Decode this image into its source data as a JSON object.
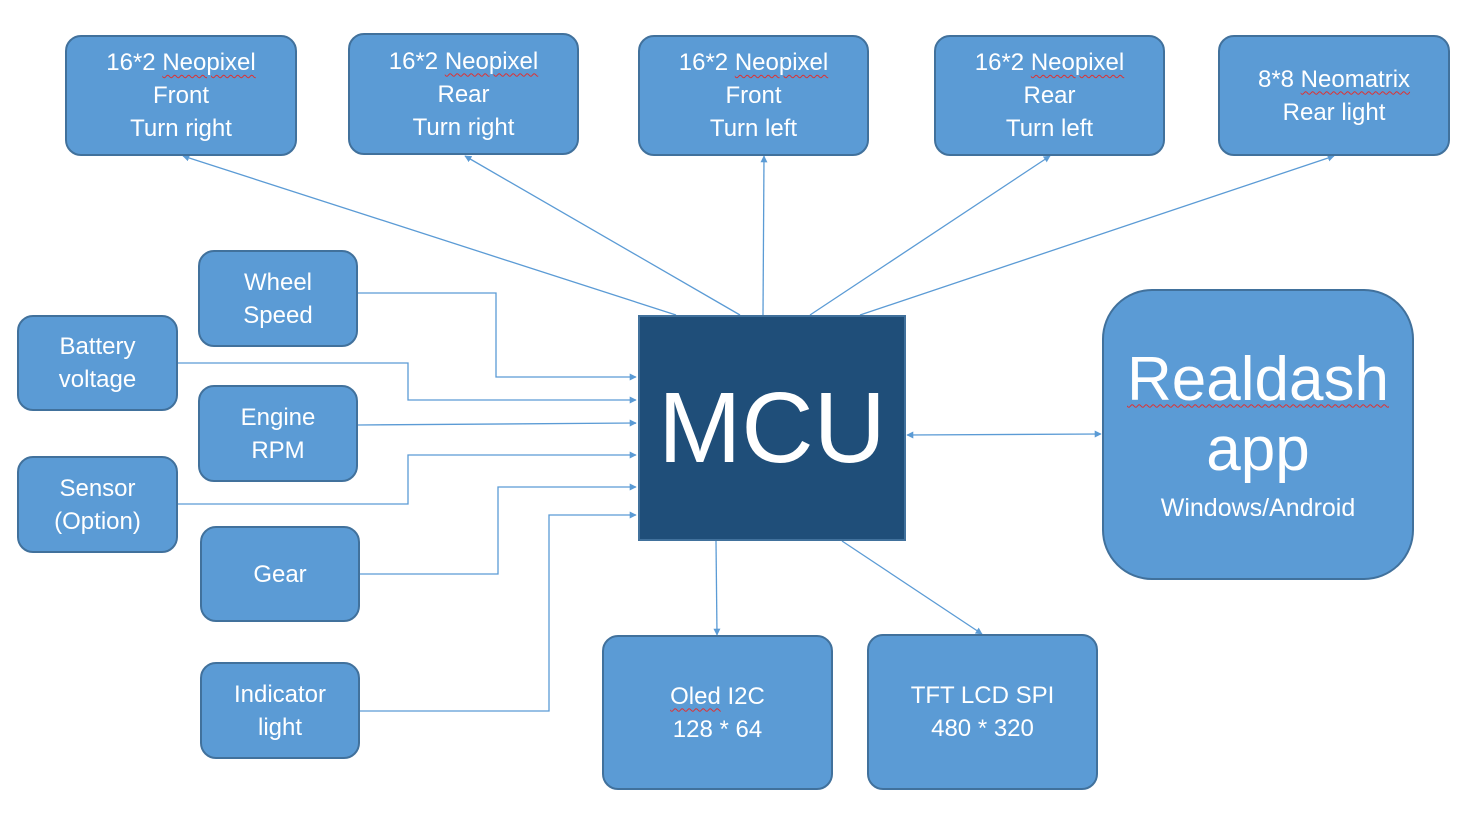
{
  "outputs": {
    "front_right": {
      "l1a": "16*2 ",
      "l1b": "Neopixel",
      "l2": "Front",
      "l3": "Turn right"
    },
    "rear_right": {
      "l1a": "16*2 ",
      "l1b": "Neopixel",
      "l2": "Rear",
      "l3": "Turn right"
    },
    "front_left": {
      "l1a": "16*2 ",
      "l1b": "Neopixel",
      "l2": "Front",
      "l3": "Turn left"
    },
    "rear_left": {
      "l1a": "16*2 ",
      "l1b": "Neopixel",
      "l2": "Rear",
      "l3": "Turn left"
    },
    "rear_light": {
      "l1a": "8*8 ",
      "l1b": "Neomatrix",
      "l2": "Rear light"
    }
  },
  "inputs": {
    "wheel_speed": {
      "l1": "Wheel",
      "l2": "Speed"
    },
    "battery": {
      "l1": "Battery",
      "l2": "voltage"
    },
    "engine_rpm": {
      "l1": "Engine",
      "l2": "RPM"
    },
    "sensor": {
      "l1": "Sensor",
      "l2": "(Option)"
    },
    "gear": {
      "l1": "Gear"
    },
    "indicator": {
      "l1": "Indicator",
      "l2": "light"
    }
  },
  "mcu": {
    "label": "MCU"
  },
  "app": {
    "l1": "Realdash",
    "l2": "app",
    "l3": "Windows/Android"
  },
  "displays": {
    "oled": {
      "l1a": "Oled",
      "l1b": " I2C",
      "l2": "128 * 64"
    },
    "tft": {
      "l1": "TFT LCD SPI",
      "l2": "480 * 320"
    }
  },
  "colors": {
    "box": "#5b9bd5",
    "box_border": "#41719c",
    "mcu": "#1f4e79",
    "line": "#5b9bd5"
  }
}
